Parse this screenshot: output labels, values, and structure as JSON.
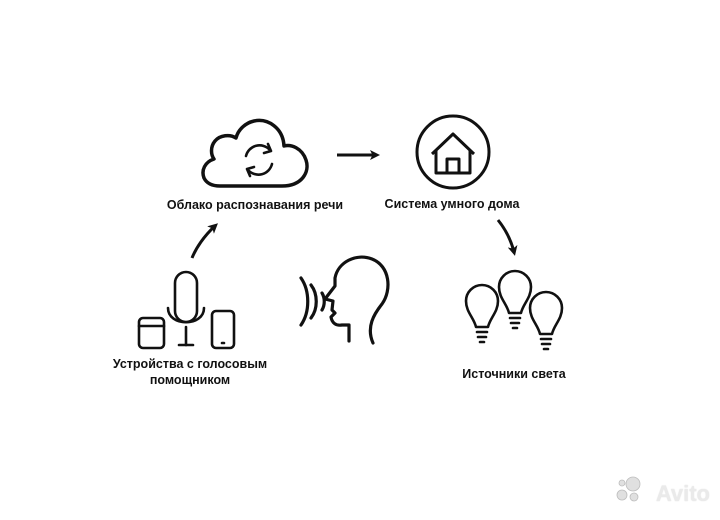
{
  "diagram": {
    "nodes": {
      "cloud": {
        "label": "Облако распознавания речи",
        "icon": "cloud-sync-icon"
      },
      "smart_home": {
        "label": "Система умного дома",
        "icon": "house-icon"
      },
      "devices": {
        "label_line1": "Устройства с голосовым",
        "label_line2": "помощником",
        "icon": "voice-devices-icon"
      },
      "speaker": {
        "icon": "speaking-head-icon"
      },
      "lights": {
        "label": "Источники света",
        "icon": "light-bulbs-icon"
      }
    },
    "edges": [
      {
        "from": "devices",
        "to": "cloud"
      },
      {
        "from": "cloud",
        "to": "smart_home"
      },
      {
        "from": "smart_home",
        "to": "lights"
      }
    ],
    "stroke_color": "#111111"
  },
  "watermark": {
    "text": "Avito"
  }
}
